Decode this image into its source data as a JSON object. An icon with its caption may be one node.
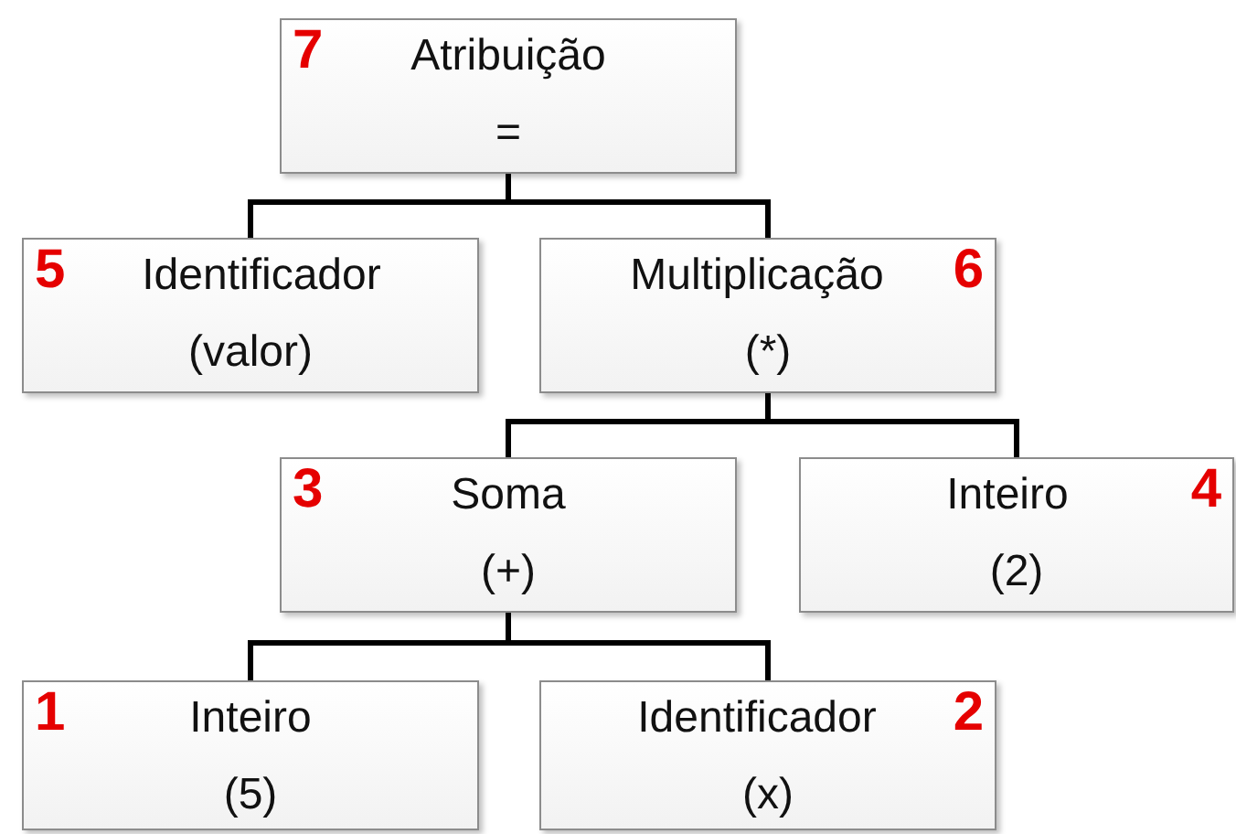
{
  "diagram": {
    "nodes": [
      {
        "text": [
          "7",
          "Atribuição",
          "="
        ]
      },
      {
        "text": [
          "5",
          "Identificador",
          "(valor)"
        ]
      },
      {
        "text": [
          "Multiplicação",
          "6",
          "(*)"
        ]
      },
      {
        "text": [
          "3",
          "Soma",
          "(+)"
        ]
      },
      {
        "text": [
          "Inteiro",
          "4",
          "(2)"
        ]
      },
      {
        "text": [
          "1",
          "Inteiro",
          "(5)"
        ]
      },
      {
        "text": [
          "Identificador",
          "2",
          "(x)"
        ]
      }
    ],
    "edges": [
      {
        "from": 0,
        "to": 1,
        "arrow": "none"
      },
      {
        "from": 0,
        "to": 2,
        "arrow": "none"
      },
      {
        "from": 2,
        "to": 3,
        "arrow": "none"
      },
      {
        "from": 2,
        "to": 4,
        "arrow": "none"
      },
      {
        "from": 3,
        "to": 5,
        "arrow": "none"
      },
      {
        "from": 3,
        "to": 6,
        "arrow": "none"
      }
    ]
  }
}
